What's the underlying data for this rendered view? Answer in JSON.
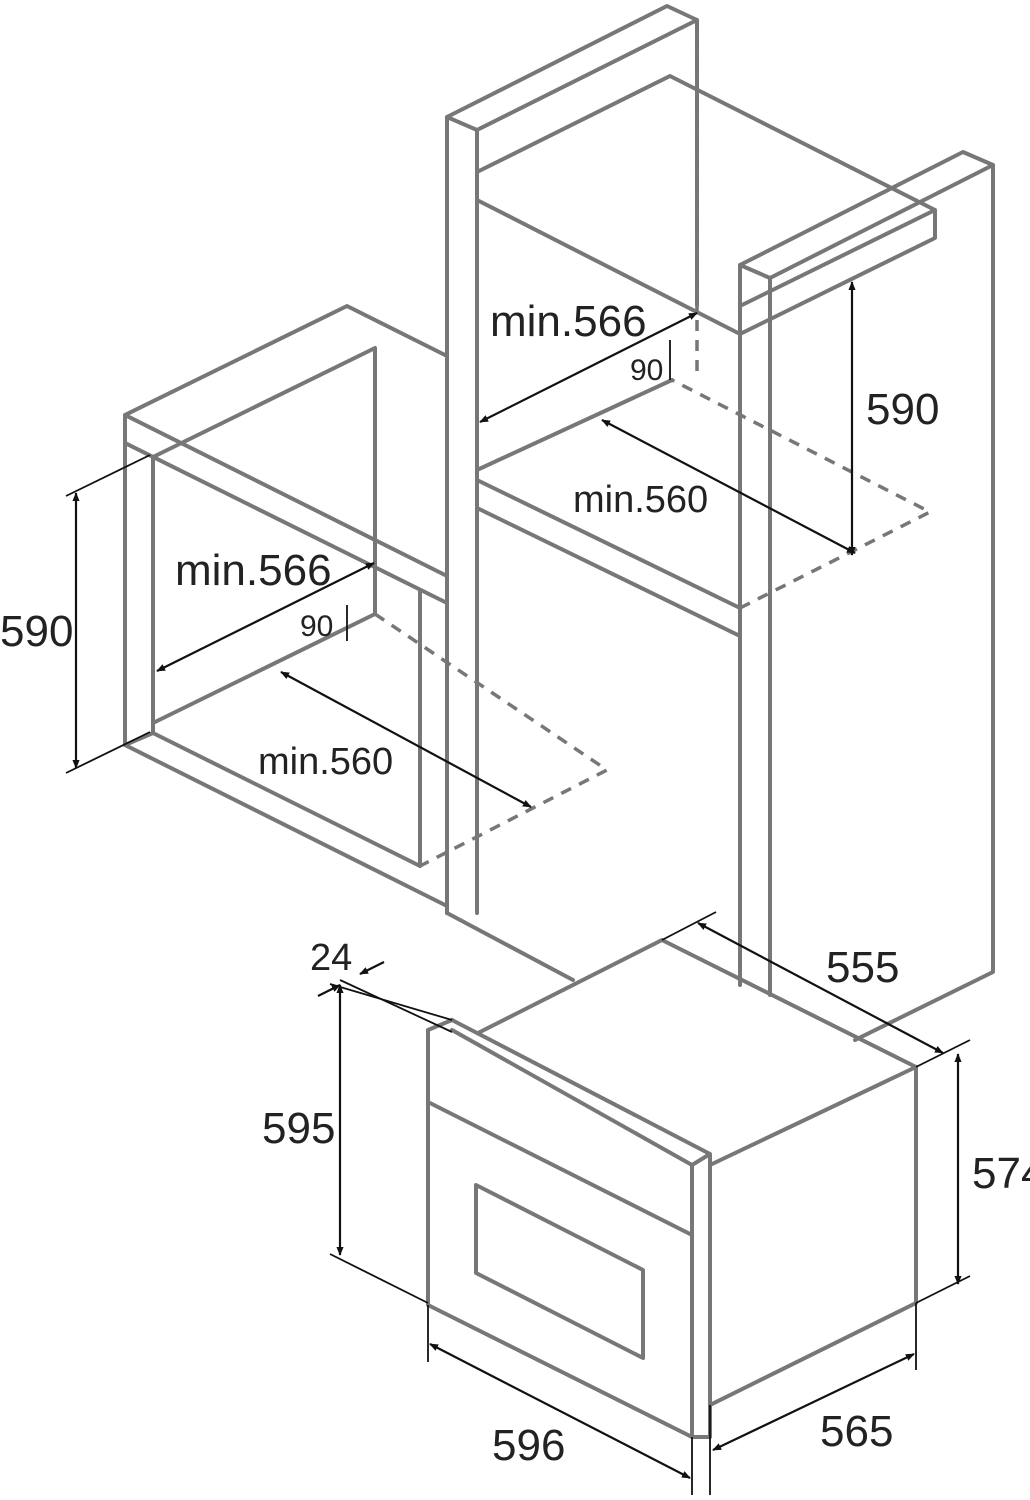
{
  "dimensions": {
    "column_top_depth": "min.566",
    "column_top_offset": "90",
    "column_top_width": "min.560",
    "column_top_height": "590",
    "under_counter_depth": "min.566",
    "under_counter_offset": "90",
    "under_counter_width": "min.560",
    "under_counter_height": "590",
    "oven_frame_thickness": "24",
    "oven_front_height": "595",
    "oven_body_depth": "555",
    "oven_body_height": "574",
    "oven_front_width": "596",
    "oven_body_width": "565"
  },
  "colors": {
    "outline": "#777777",
    "dimension_lines": "#111111",
    "text": "#222222",
    "background": "#ffffff"
  }
}
